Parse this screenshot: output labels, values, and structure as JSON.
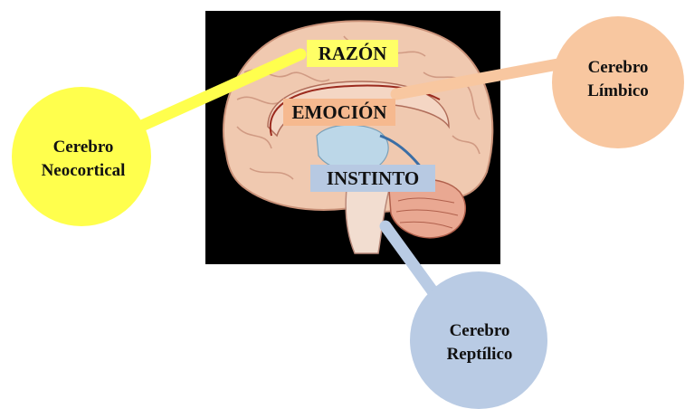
{
  "layers": {
    "razon": "RAZÓN",
    "emocion": "EMOCIÓN",
    "instinto": "INSTINTO"
  },
  "brains": {
    "neocortical": {
      "line1": "Cerebro",
      "line2": "Neocortical"
    },
    "limbico": {
      "line1": "Cerebro",
      "line2": "Límbico"
    },
    "reptilico": {
      "line1": "Cerebro",
      "line2": "Reptílico"
    }
  },
  "colors": {
    "neocortical": "#ffff4d",
    "limbico": "#f8c7a0",
    "reptilico": "#b9cbe4",
    "photo_background": "#000000"
  }
}
